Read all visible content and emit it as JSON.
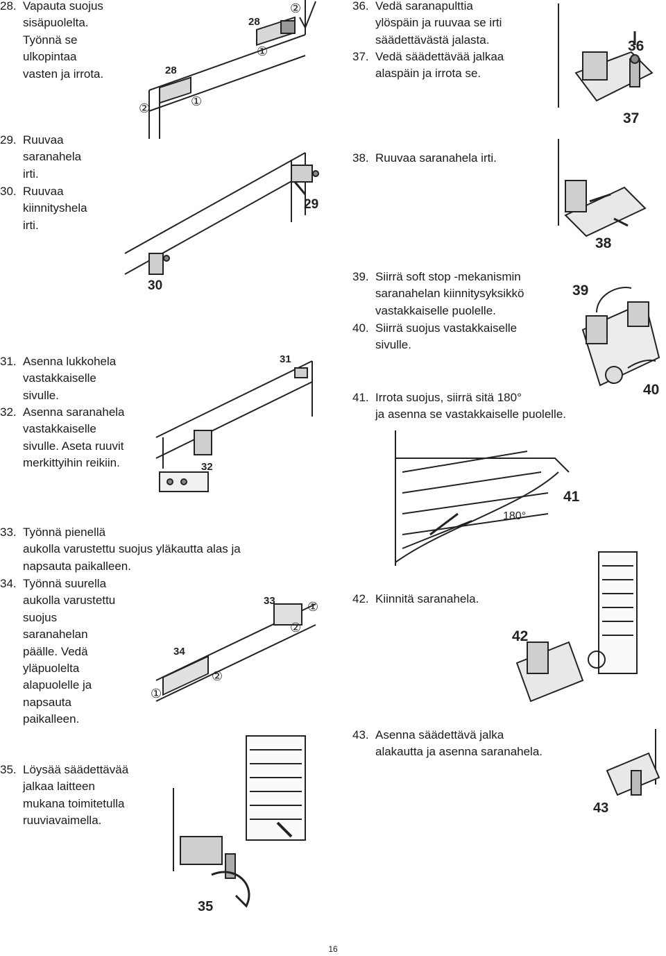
{
  "steps": {
    "s28": {
      "num": "28.",
      "text": "Vapauta suojus\nsisäpuolelta.\nTyönnä se\nulkopintaa\nvasten ja irrota."
    },
    "s29": {
      "num": "29.",
      "text": "Ruuvaa\nsaranahela\nirti."
    },
    "s30": {
      "num": "30.",
      "text": "Ruuvaa\nkiinnityshela\nirti."
    },
    "s31": {
      "num": "31.",
      "text": "Asenna lukkohela\nvastakkaiselle\nsivulle."
    },
    "s32": {
      "num": "32.",
      "text": "Asenna saranahela\nvastakkaiselle\nsivulle. Aseta ruuvit\nmerkittyihin reikiin."
    },
    "s33": {
      "num": "33.",
      "text": "Työnnä pienellä\naukolla varustettu suojus yläkautta alas ja\nnapsauta paikalleen."
    },
    "s34": {
      "num": "34.",
      "text": "Työnnä suurella\naukolla varustettu\nsuojus\nsaranahelan\npäälle. Vedä\nyläpuolelta\nalapuolelle ja\nnapsauta\npaikalleen."
    },
    "s35": {
      "num": "35.",
      "text": "Löysää säädettävää\njalkaa laitteen\nmukana toimitetulla\nruuviavaimella."
    },
    "s36": {
      "num": "36.",
      "text": "Vedä saranapulttia\nylöspäin ja ruuvaa se irti\nsäädettävästä jalasta."
    },
    "s37": {
      "num": "37.",
      "text": "Vedä säädettävää jalkaa\nalaspäin ja irrota se."
    },
    "s38": {
      "num": "38.",
      "text": "Ruuvaa saranahela irti."
    },
    "s39": {
      "num": "39.",
      "text": "Siirrä soft stop -mekanismin\nsaranahelan kiinnitysyksikkö\nvastakkaiselle puolelle."
    },
    "s40": {
      "num": "40.",
      "text": "Siirrä suojus vastakkaiselle\nsivulle."
    },
    "s41": {
      "num": "41.",
      "text": "Irrota suojus, siirrä sitä 180°\nja asenna se vastakkaiselle puolelle."
    },
    "s42": {
      "num": "42.",
      "text": "Kiinnitä saranahela."
    },
    "s43": {
      "num": "43.",
      "text": "Asenna säädettävä jalka\nalakautta ja asenna saranahela."
    }
  },
  "figures": {
    "f28": {
      "labels": [
        "28",
        "28"
      ],
      "markers": [
        "②",
        "①",
        "②",
        "①"
      ]
    },
    "f29": {
      "label": "29"
    },
    "f30": {
      "label": "30"
    },
    "f31": {
      "label": "31"
    },
    "f32": {
      "label": "32"
    },
    "f33": {
      "label": "33",
      "markers": [
        "①",
        "②"
      ]
    },
    "f34": {
      "label": "34",
      "markers": [
        "②",
        "①"
      ]
    },
    "f35": {
      "label": "35"
    },
    "f36": {
      "label": "36"
    },
    "f37": {
      "label": "37"
    },
    "f38": {
      "label": "38"
    },
    "f39": {
      "label": "39"
    },
    "f40": {
      "label": "40"
    },
    "f41": {
      "label": "41",
      "angle": "180°"
    },
    "f42": {
      "label": "42"
    },
    "f43": {
      "label": "43"
    }
  },
  "page_number": "16"
}
